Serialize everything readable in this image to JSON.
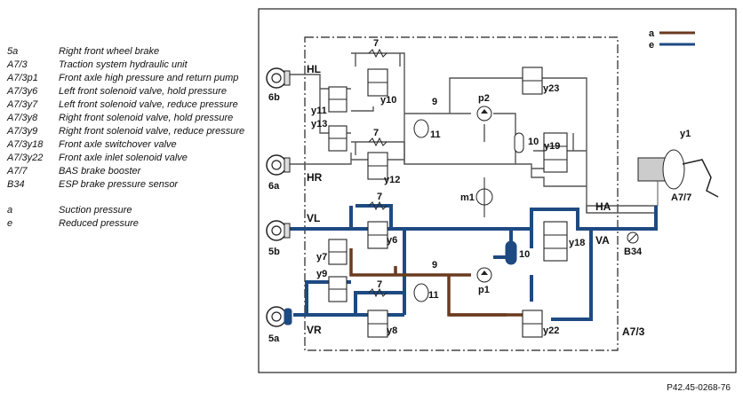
{
  "legend": [
    {
      "code": "5a",
      "desc": "Right front wheel brake"
    },
    {
      "code": "A7/3",
      "desc": "Traction system hydraulic unit"
    },
    {
      "code": "A7/3p1",
      "desc": "Front axle high pressure and return pump"
    },
    {
      "code": "A7/3y6",
      "desc": "Left front solenoid valve, hold pressure"
    },
    {
      "code": "A7/3y7",
      "desc": "Left front solenoid valve, reduce pressure"
    },
    {
      "code": "A7/3y8",
      "desc": "Right front solenoid valve, hold pressure"
    },
    {
      "code": "A7/3y9",
      "desc": "Right front solenoid valve, reduce pressure"
    },
    {
      "code": "A7/3y18",
      "desc": "Front axle switchover valve"
    },
    {
      "code": "A7/3y22",
      "desc": "Front axle inlet solenoid valve"
    },
    {
      "code": "A7/7",
      "desc": "BAS brake booster"
    },
    {
      "code": "B34",
      "desc": "ESP brake pressure sensor"
    }
  ],
  "legend_pressure": [
    {
      "code": "a",
      "desc": "Suction pressure"
    },
    {
      "code": "e",
      "desc": "Reduced pressure"
    }
  ],
  "diagram": {
    "key": {
      "a": "a",
      "e": "e",
      "a_color": "#6b3a1f",
      "e_color": "#1e4a82"
    },
    "circuits": {
      "HL": "HL",
      "HR": "HR",
      "VL": "VL",
      "VR": "VR",
      "HA": "HA",
      "VA": "VA"
    },
    "wheels": {
      "w6b": "6b",
      "w6a": "6a",
      "w5b": "5b",
      "w5a": "5a"
    },
    "valves": {
      "y10": "y10",
      "y11": "y11",
      "y13": "y13",
      "y12": "y12",
      "y23": "y23",
      "y19": "y19",
      "y6": "y6",
      "y7": "y7",
      "y9": "y9",
      "y8": "y8",
      "y18": "y18",
      "y22": "y22",
      "y1": "y1"
    },
    "parts": {
      "n7a": "7",
      "n7b": "7",
      "n7c": "7",
      "n7d": "7",
      "n9a": "9",
      "n9b": "9",
      "n10a": "10",
      "n10b": "10",
      "n11a": "11",
      "n11b": "11",
      "p2": "p2",
      "p1": "p1",
      "m1": "m1",
      "b34": "B34",
      "a77": "A7/7",
      "a73": "A7/3"
    },
    "reference": "P42.45-0268-76"
  }
}
